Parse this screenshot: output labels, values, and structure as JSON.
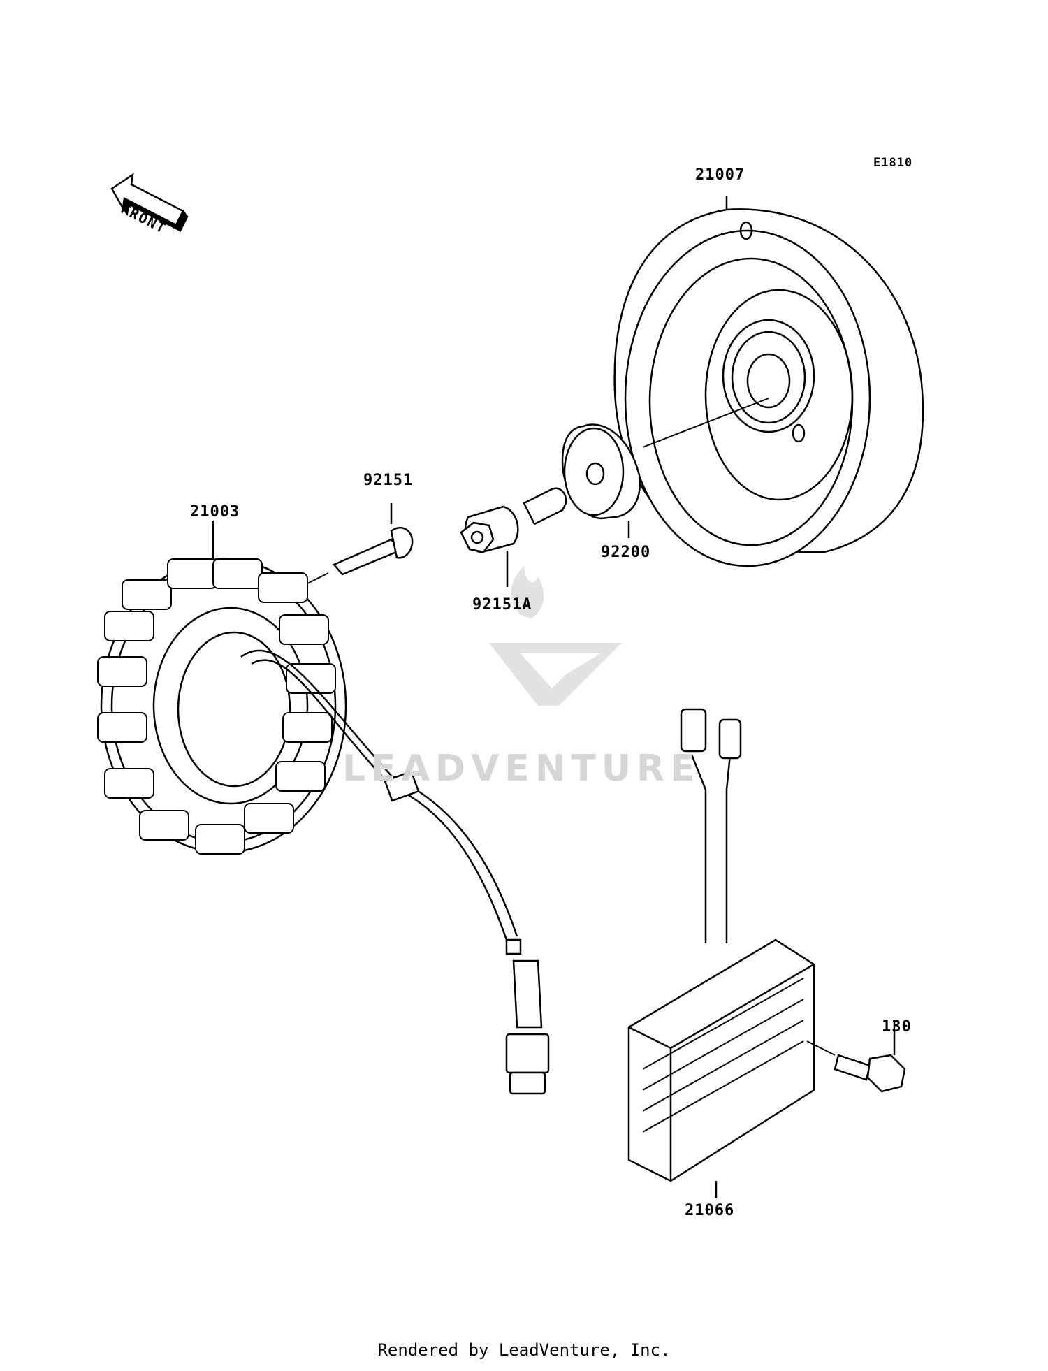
{
  "diagram": {
    "code": "E1810",
    "front_label": "FRONT",
    "watermark": "LEADVENTURE",
    "footer": "Rendered by LeadVenture, Inc.",
    "parts": [
      {
        "id": "flywheel",
        "number": "21007"
      },
      {
        "id": "stator",
        "number": "21003"
      },
      {
        "id": "stator-bolt",
        "number": "92151"
      },
      {
        "id": "flywheel-bolt",
        "number": "92151A"
      },
      {
        "id": "washer",
        "number": "92200"
      },
      {
        "id": "regulator",
        "number": "21066"
      },
      {
        "id": "regulator-bolt",
        "number": "130"
      }
    ]
  }
}
